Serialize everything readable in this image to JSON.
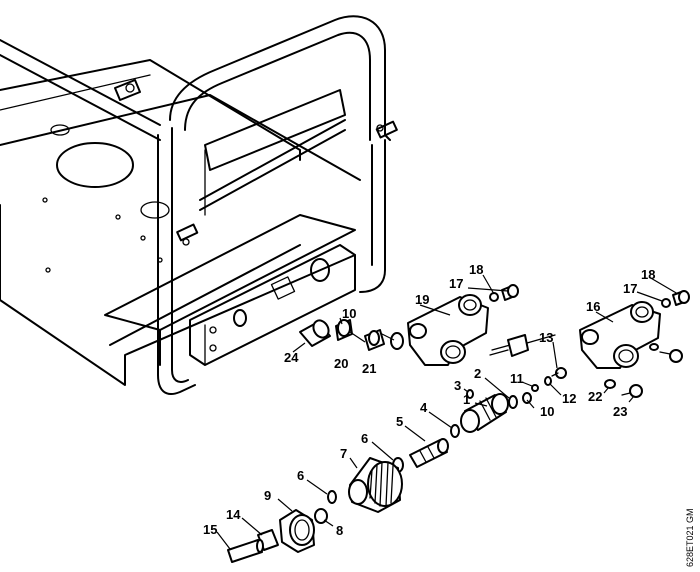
{
  "drawing_code": "628ET021 GM",
  "callouts": {
    "c18a": "18",
    "c17a": "17",
    "c19": "19",
    "c10a": "10",
    "c24": "24",
    "c20": "20",
    "c21": "21",
    "c18b": "18",
    "c17b": "17",
    "c16": "16",
    "c13": "13",
    "c11": "11",
    "c12": "12",
    "c10b": "10",
    "c22": "22",
    "c23": "23",
    "c3": "3",
    "c2": "2",
    "c1": "1",
    "c4": "4",
    "c5": "5",
    "c6a": "6",
    "c7": "7",
    "c6b": "6",
    "c8": "8",
    "c9": "9",
    "c14": "14",
    "c15": "15"
  }
}
